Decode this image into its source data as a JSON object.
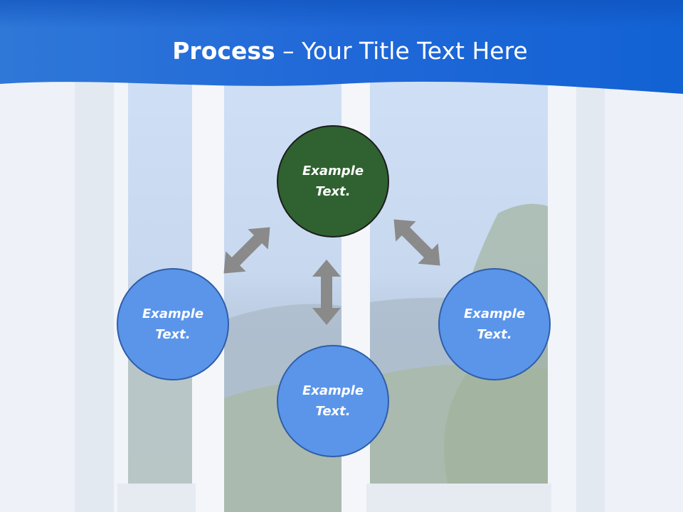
{
  "title": {
    "bold": "Process",
    "dash": " – ",
    "rest": "Your Title Text Here"
  },
  "nodes": {
    "top": "Example Text.",
    "left": "Example Text.",
    "right": "Example Text.",
    "bottom": "Example Text."
  },
  "colors": {
    "header_blue": "#1a6fe0",
    "node_green": "#2f6230",
    "node_blue": "#5b95ea",
    "arrow_gray": "#8a8a8a"
  }
}
